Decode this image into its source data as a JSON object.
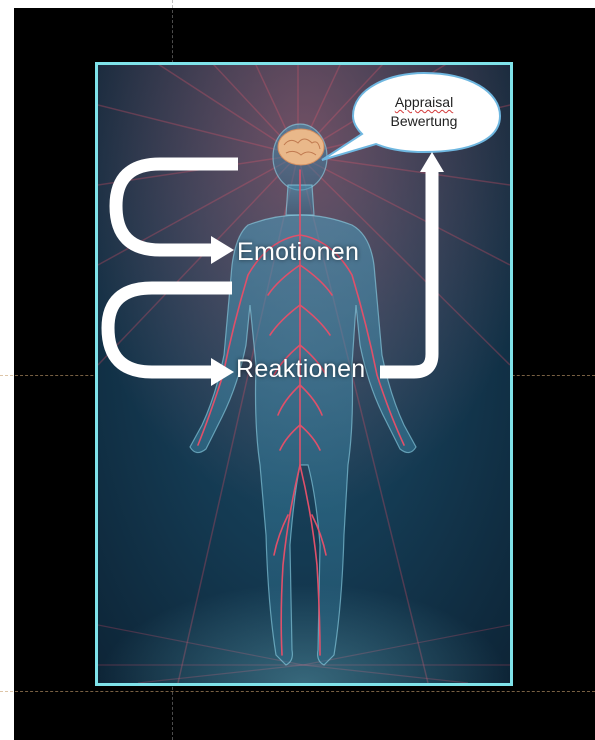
{
  "slide": {
    "bubble": {
      "line1": "Appraisal",
      "line2": "Bewertung"
    },
    "labels": {
      "emotions": "Emotionen",
      "reactions": "Reaktionen"
    }
  },
  "colors": {
    "background": "#000000",
    "frame_border": "#7fe3ea",
    "nerves": "#e0506a",
    "brain": "#e9b88a",
    "body_glow": "#3f8fb0",
    "arrows": "#ffffff"
  },
  "icons": [
    "human-body-illustration",
    "brain-icon",
    "speech-bubble",
    "loop-arrow",
    "up-arrow"
  ]
}
